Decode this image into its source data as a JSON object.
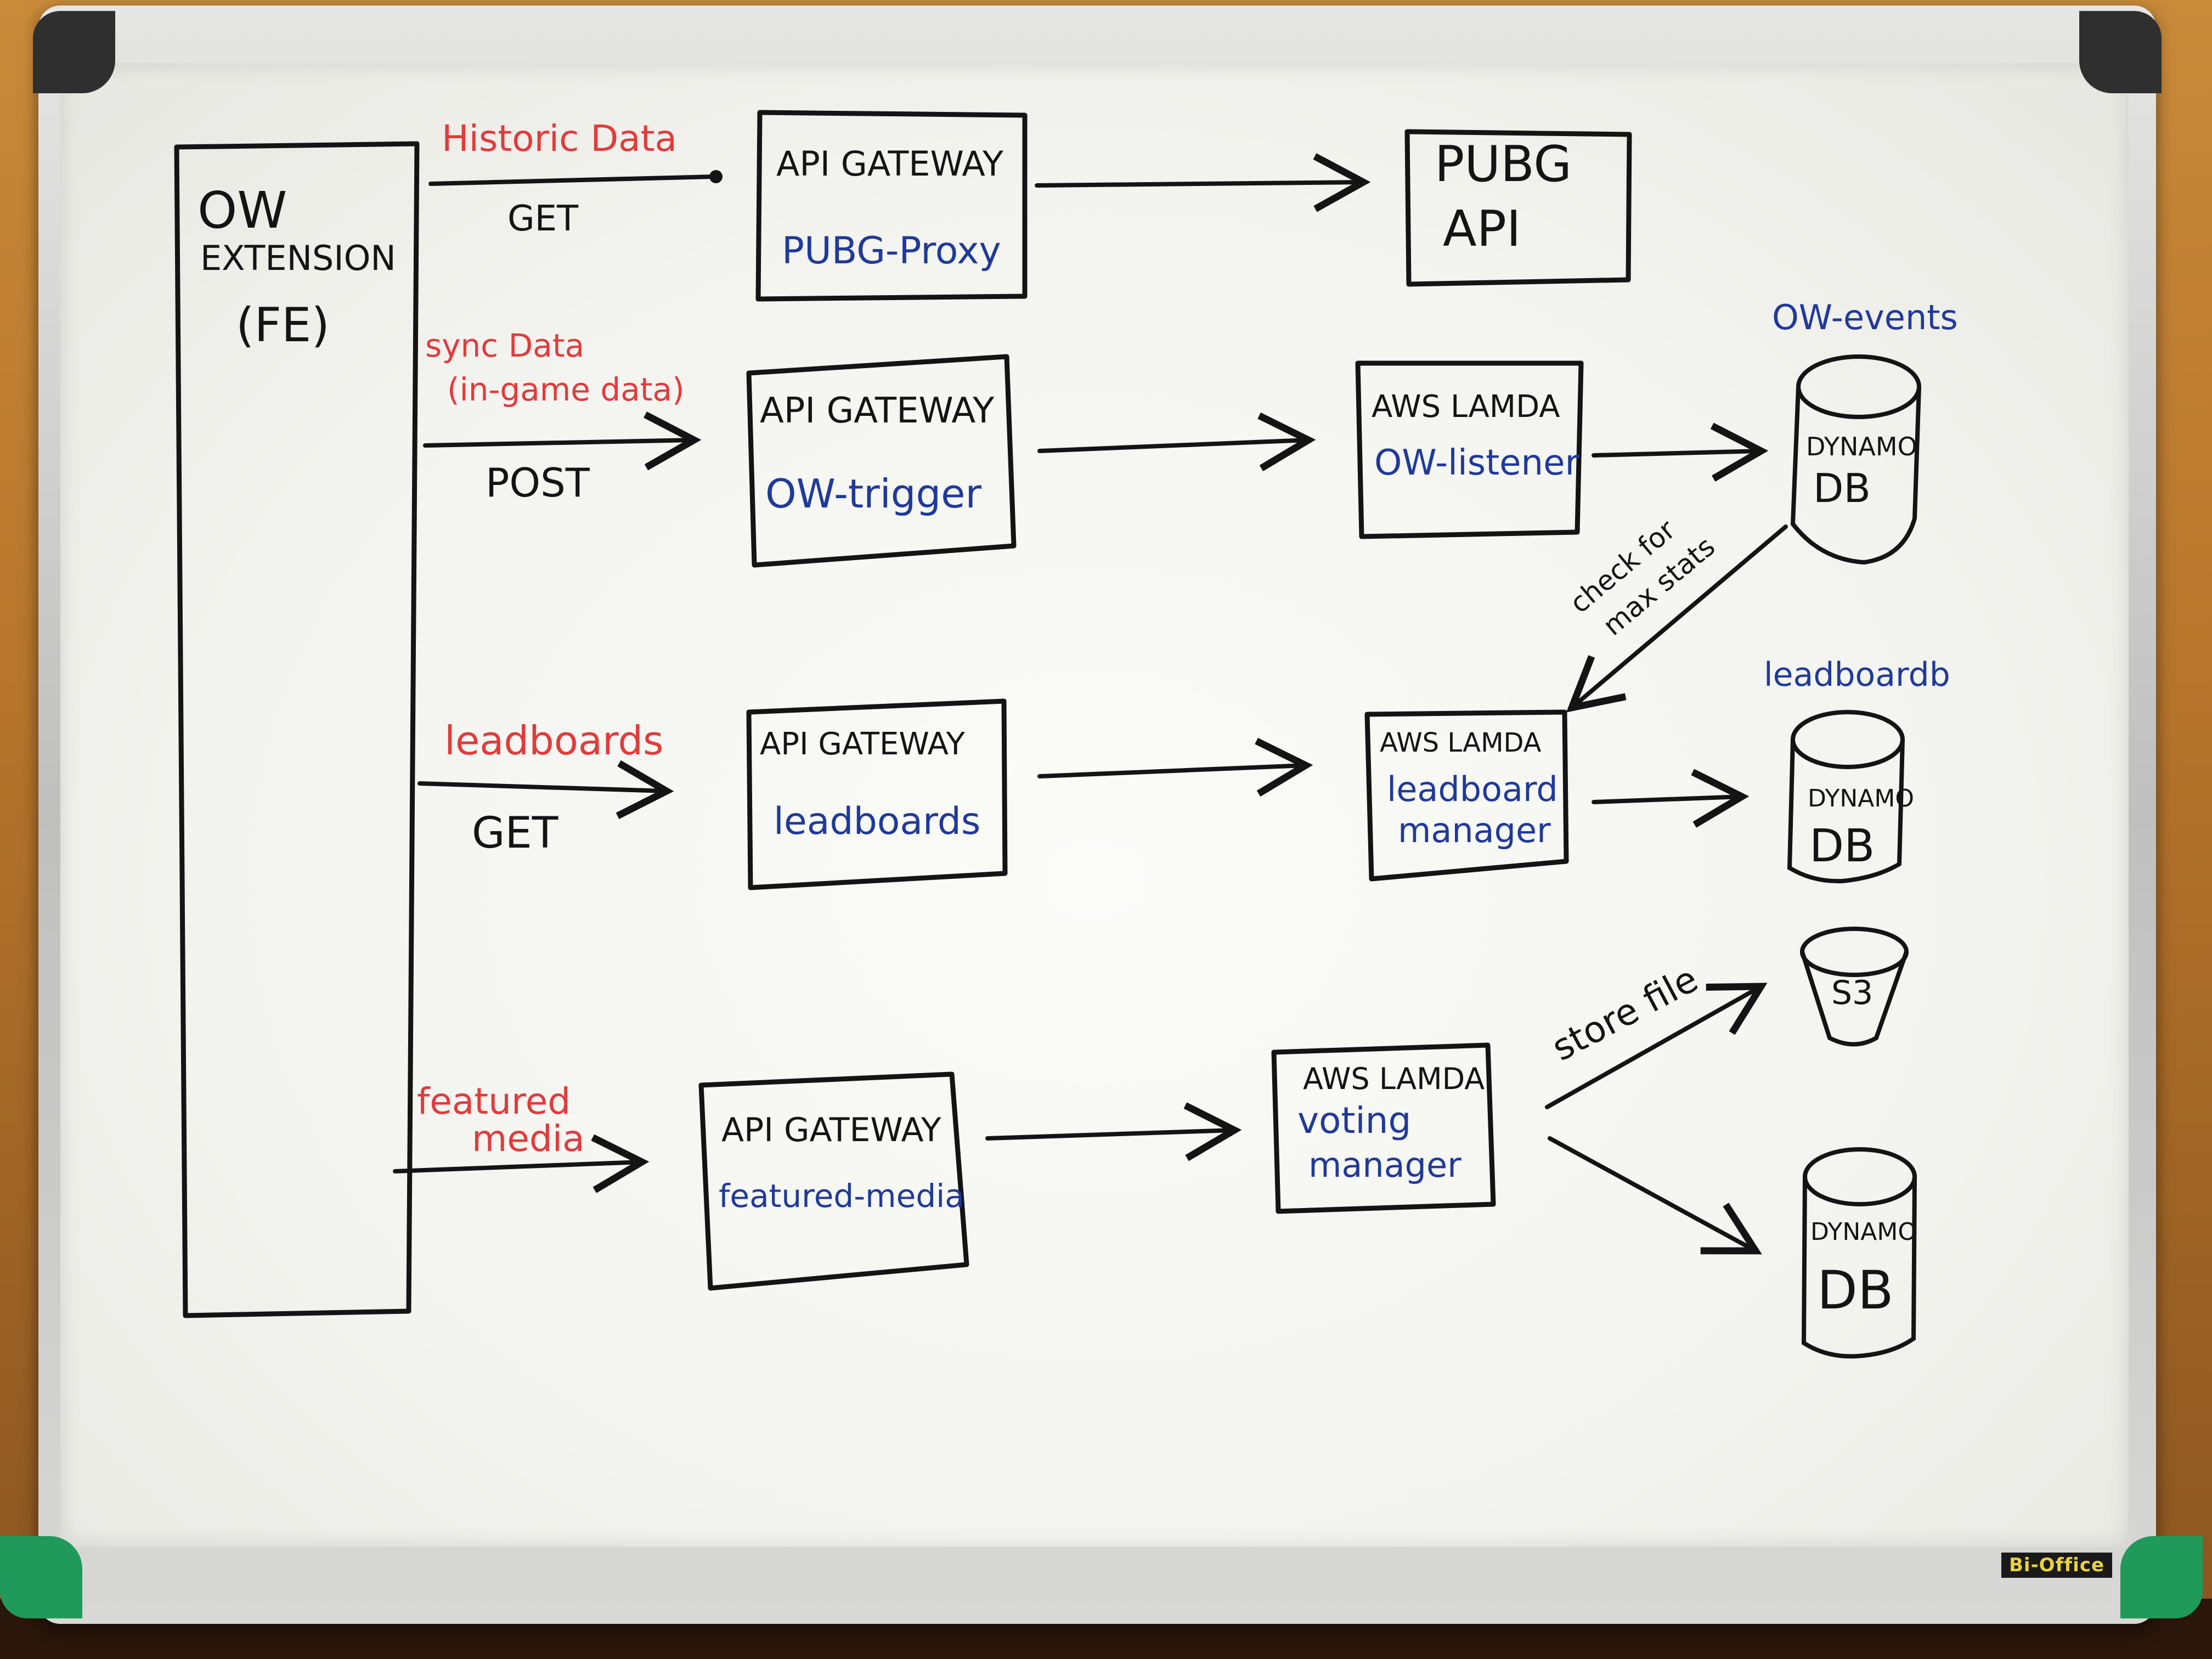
{
  "board": {
    "brand": "Bi-Office"
  },
  "frontend": {
    "line1": "OW",
    "line2": "EXTENSION",
    "line3": "(FE)"
  },
  "flows": {
    "historic": {
      "label": "Historic Data",
      "method": "GET"
    },
    "sync": {
      "label_line1": "sync Data",
      "label_line2": "(in-game data)",
      "method": "POST"
    },
    "leaderboards": {
      "label": "leadboards",
      "method": "GET"
    },
    "featured": {
      "label_line1": "featured",
      "label_line2": "media"
    }
  },
  "gateways": {
    "pubg_proxy": {
      "title": "API GATEWAY",
      "name": "PUBG-Proxy"
    },
    "ow_trigger": {
      "title": "API GATEWAY",
      "name": "OW-trigger"
    },
    "leadboards": {
      "title": "API GATEWAY",
      "name": "leadboards"
    },
    "featured_media": {
      "title": "API GATEWAY",
      "name": "featured-media"
    }
  },
  "external": {
    "pubg_api": {
      "line1": "PUBG",
      "line2": "API"
    }
  },
  "lambdas": {
    "ow_listener": {
      "title": "AWS LAMDA",
      "name": "OW-listener"
    },
    "leadboard_manager": {
      "title": "AWS LAMDA",
      "name_line1": "leadboard",
      "name_line2": "manager"
    },
    "voting_manager": {
      "title": "AWS LAMDA",
      "name_line1": "voting",
      "name_line2": "manager"
    }
  },
  "stores": {
    "ow_events": {
      "label": "OW-events",
      "line1": "DYNAMO",
      "line2": "DB"
    },
    "leadboardb": {
      "label": "leadboardb",
      "line1": "DYNAMO",
      "line2": "DB"
    },
    "s3": {
      "line1": "S3"
    },
    "votes_db": {
      "line1": "DYNAMO",
      "line2": "DB"
    }
  },
  "edge_labels": {
    "check_max_line1": "check for",
    "check_max_line2": "max stats",
    "store_file": "store file"
  }
}
